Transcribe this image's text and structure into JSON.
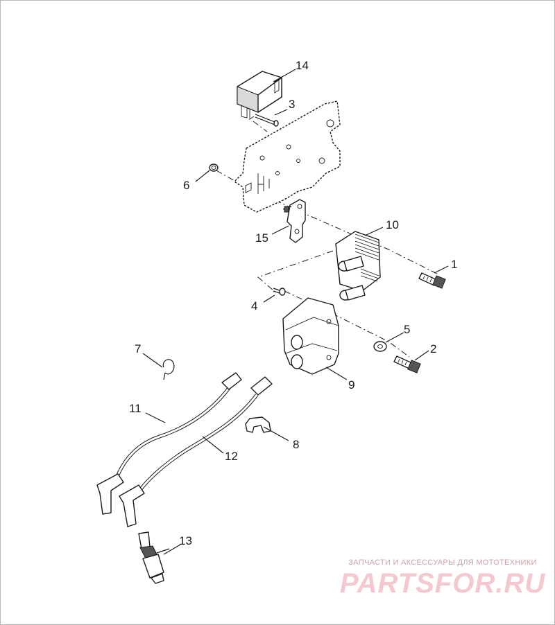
{
  "callouts": {
    "c1": "1",
    "c2": "2",
    "c3": "3",
    "c4": "4",
    "c5": "5",
    "c6": "6",
    "c7": "7",
    "c8": "8",
    "c9": "9",
    "c10": "10",
    "c11": "11",
    "c12": "12",
    "c13": "13",
    "c14": "14",
    "c15": "15"
  },
  "watermark": {
    "caption": "ЗАПЧАСТИ И АКСЕССУАРЫ ДЛЯ МОТОТЕХНИКИ",
    "logo": "PARTSFOR.RU"
  },
  "colors": {
    "line": "#1a1a1a",
    "watermark_caption": "#c9a1a8",
    "watermark_logo": "#f3c8cf"
  }
}
